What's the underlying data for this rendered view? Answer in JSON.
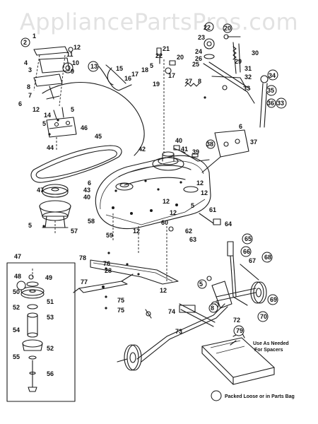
{
  "watermark": "AppliancePartsPros.com",
  "note_use_as_needed": [
    "Use As Needed",
    "For Spacers"
  ],
  "legend_label": "Packed Loose or in Parts Bag",
  "part_numbers": {
    "n1": "1",
    "n2": "2",
    "n3": "3",
    "n4": "4",
    "n5": "5",
    "n6": "6",
    "n7": "7",
    "n8": "8",
    "n9": "9",
    "n10": "10",
    "n11": "11",
    "n12": "12",
    "n13": "13",
    "n14": "14",
    "n15": "15",
    "n16": "16",
    "n17": "17",
    "n18": "18",
    "n19": "19",
    "n20": "20",
    "n21": "21",
    "n22": "22",
    "n23": "23",
    "n24": "24",
    "n25": "25",
    "n26": "26",
    "n27": "27",
    "n28": "28",
    "n29": "29",
    "n30": "30",
    "n31": "31",
    "n32": "32",
    "n33": "33",
    "n34": "34",
    "n35": "35",
    "n36": "36",
    "n37": "37",
    "n38": "38",
    "n39": "39",
    "n40": "40",
    "n41": "41",
    "n42": "42",
    "n43": "43",
    "n44": "44",
    "n45": "45",
    "n46": "46",
    "n47": "47",
    "n48": "48",
    "n49": "49",
    "n50": "50",
    "n51": "51",
    "n52": "52",
    "n53": "53",
    "n54": "54",
    "n55": "55",
    "n56": "56",
    "n57": "57",
    "n58": "58",
    "n59": "59",
    "n60": "60",
    "n61": "61",
    "n62": "62",
    "n63": "63",
    "n64": "64",
    "n65": "65",
    "n66": "66",
    "n67": "67",
    "n68": "68",
    "n69": "69",
    "n70": "70",
    "n71": "71",
    "n72": "72",
    "n73": "73",
    "n74": "74",
    "n75": "75",
    "n76": "76",
    "n77": "77",
    "n78": "78",
    "n79": "79"
  }
}
